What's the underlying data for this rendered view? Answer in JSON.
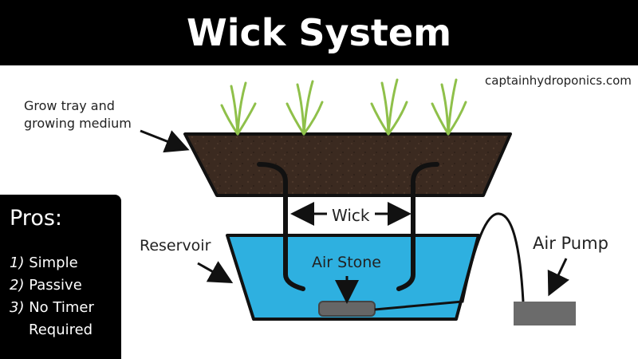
{
  "title": "Wick System",
  "site": "captainhydroponics.com",
  "labels": {
    "grow_tray_line1": "Grow tray and",
    "grow_tray_line2": "growing medium",
    "reservoir": "Reservoir",
    "wick": "Wick",
    "air_stone": "Air Stone",
    "air_pump": "Air Pump"
  },
  "pros": {
    "heading": "Pros:",
    "items": [
      {
        "num": "1)",
        "text": "Simple"
      },
      {
        "num": "2)",
        "text": "Passive"
      },
      {
        "num": "3)",
        "text": "No Timer"
      }
    ],
    "item3_cont": "Required"
  },
  "colors": {
    "soil": "#3b2a20",
    "water": "#2eb0e0",
    "plant": "#8fc04a",
    "pump": "#6b6b6b"
  }
}
